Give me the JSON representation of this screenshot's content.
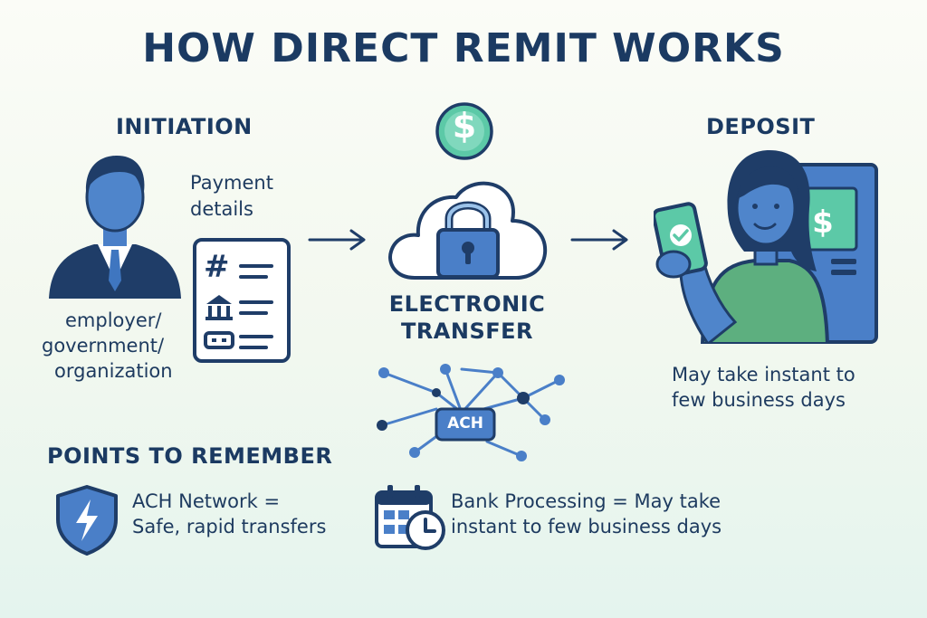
{
  "title": "HOW DIRECT REMIT WORKS",
  "initiation": {
    "heading": "INITIATION",
    "details_line1": "Payment",
    "details_line2": "details",
    "sender_line1": "employer/",
    "sender_line2": "government/",
    "sender_line3": "organization",
    "form_glyph": "#"
  },
  "transfer": {
    "coin_symbol": "$",
    "label_line1": "ELECTRONIC",
    "label_line2": "TRANSFER",
    "network_badge": "ACH"
  },
  "deposit": {
    "heading": "DEPOSIT",
    "atm_symbol": "$",
    "timing_line1": "May take instant to",
    "timing_line2": "few business days"
  },
  "points": {
    "heading": "POINTS TO REMEMBER",
    "item1_line1": "ACH Network =",
    "item1_line2": "Safe, rapid transfers",
    "item2_line1": "Bank Processing = May take",
    "item2_line2": "instant to few business days"
  },
  "colors": {
    "navy": "#1b3a62",
    "blue": "#4a7fc8",
    "light_blue": "#9cc3ea",
    "teal": "#5cc9a7",
    "green_shirt": "#5daf7f"
  }
}
